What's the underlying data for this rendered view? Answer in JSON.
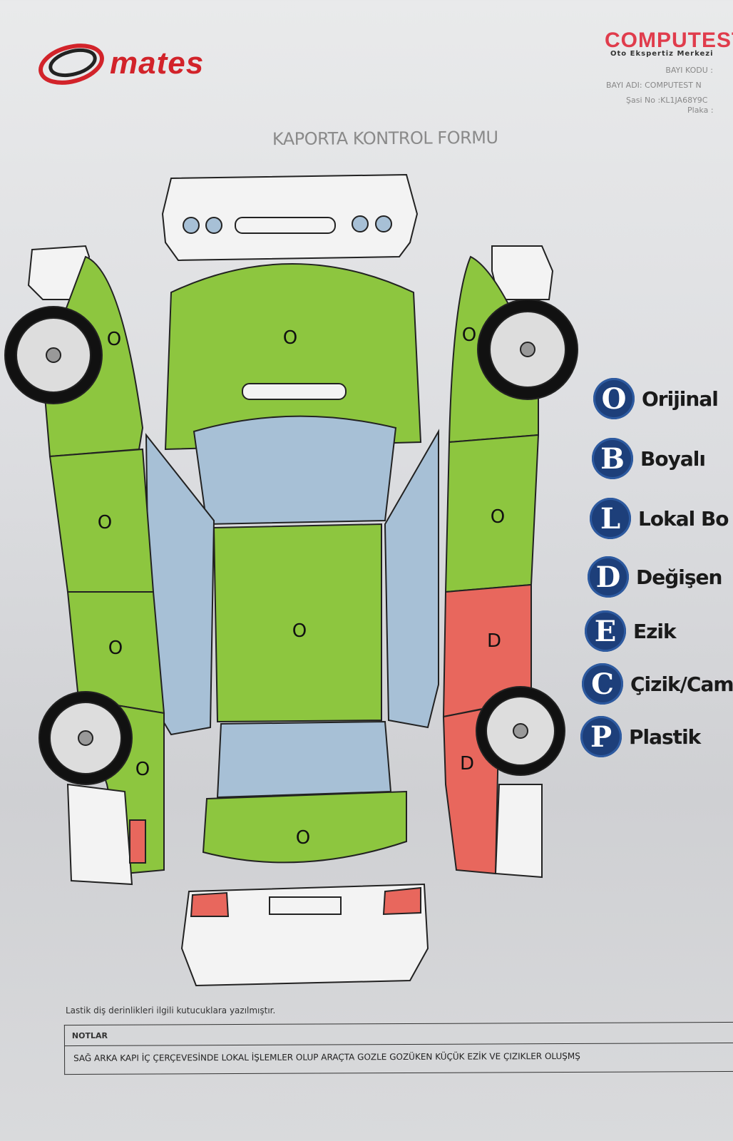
{
  "header": {
    "logo_text": "mates",
    "company_name": "COMPUTEST",
    "company_tagline": "Oto Ekspertiz Merkezi",
    "bayi_kodu": "BAYI KODU :",
    "bayi_adi": "BAYI ADI: COMPUTEST N",
    "sasi_no": "Şasi No :KL1JA68Y9C",
    "plaka": "Plaka :"
  },
  "title": "KAPORTA KONTROL FORMU",
  "panels": {
    "hood": "O",
    "roof": "O",
    "trunk": "O",
    "left_front_fender": "O",
    "left_front_door": "O",
    "left_rear_door": "O",
    "left_rear_fender": "O",
    "right_front_fender": "O",
    "right_front_door": "O",
    "right_rear_door": "D",
    "right_rear_fender": "D"
  },
  "colors": {
    "original": "#8dc63f",
    "changed": "#e8675d",
    "glass": "#a7c0d6",
    "badge": "#1d3f7a"
  },
  "legend": [
    {
      "code": "O",
      "label": "Orijinal"
    },
    {
      "code": "B",
      "label": "Boyalı"
    },
    {
      "code": "L",
      "label": "Lokal Bo"
    },
    {
      "code": "D",
      "label": "Değişen"
    },
    {
      "code": "E",
      "label": "Ezik"
    },
    {
      "code": "C",
      "label": "Çizik/Cam"
    },
    {
      "code": "P",
      "label": "Plastik"
    }
  ],
  "tire_note": "Lastik diş derinlikleri ilgili kutucuklara yazılmıştır.",
  "notes": {
    "header": "NOTLAR",
    "text": "SAĞ ARKA KAPI İÇ ÇERÇEVESİNDE LOKAL İŞLEMLER OLUP ARAÇTA GOZLE GOZÜKEN KÜÇÜK EZİK VE ÇIZIKLER OLUŞMŞ"
  }
}
